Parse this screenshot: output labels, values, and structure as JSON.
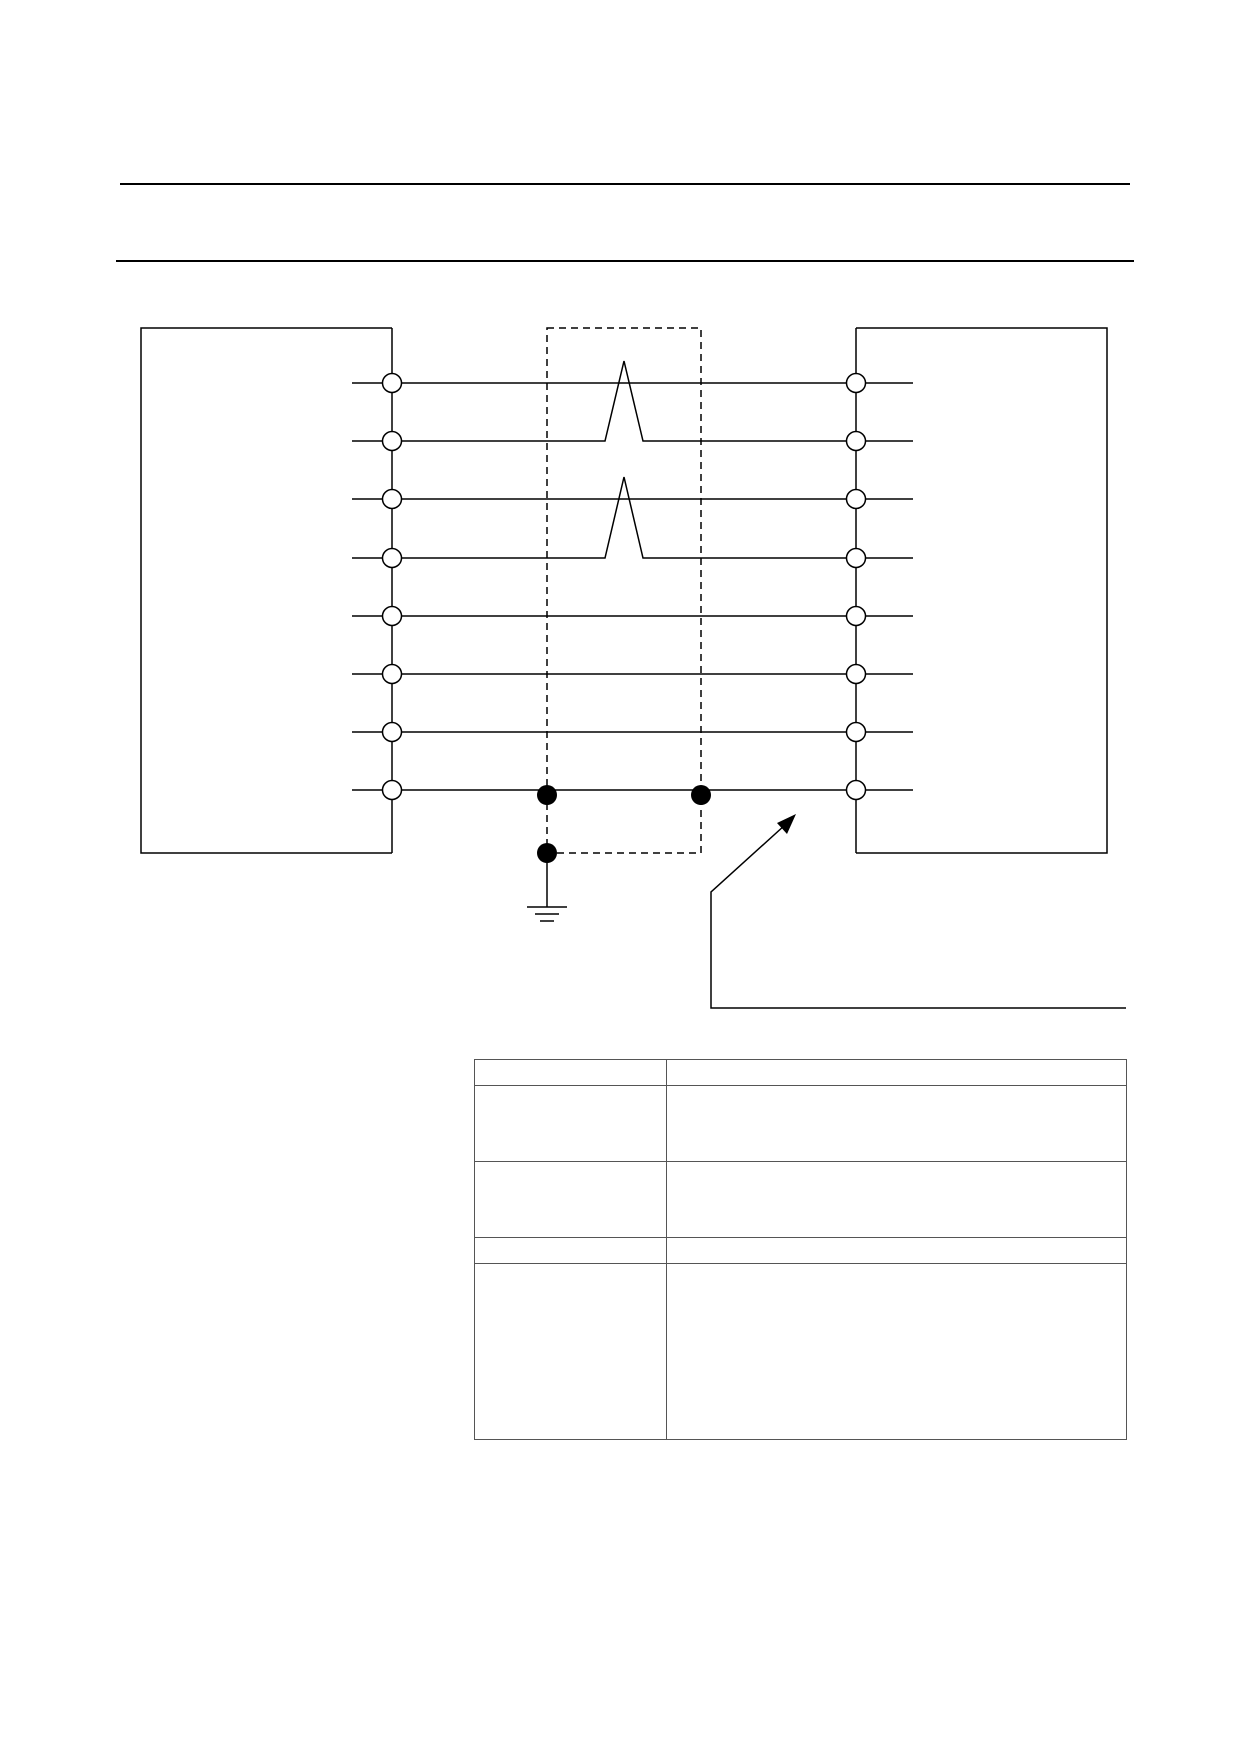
{
  "document": {
    "header_text": "",
    "title_text": ""
  },
  "wiring_diagram": {
    "colors": {
      "line": "#000000",
      "table_border": "#555555",
      "open_terminal_fill": "#ffffff",
      "junction_fill": "#000000"
    },
    "left_device_label": "",
    "right_device_label": "",
    "cable_callout_label": "",
    "terminal_count_per_side": 8,
    "twisted_pairs": [
      [
        1,
        2
      ],
      [
        3,
        4
      ]
    ],
    "shield_connected_line": 8,
    "ground_symbol": "ground-icon"
  },
  "spec_table": {
    "rows": [
      {
        "label": "",
        "value": ""
      },
      {
        "label": "",
        "value": ""
      },
      {
        "label": "",
        "value": ""
      },
      {
        "label": "",
        "value": ""
      },
      {
        "label": "",
        "value": ""
      }
    ]
  }
}
